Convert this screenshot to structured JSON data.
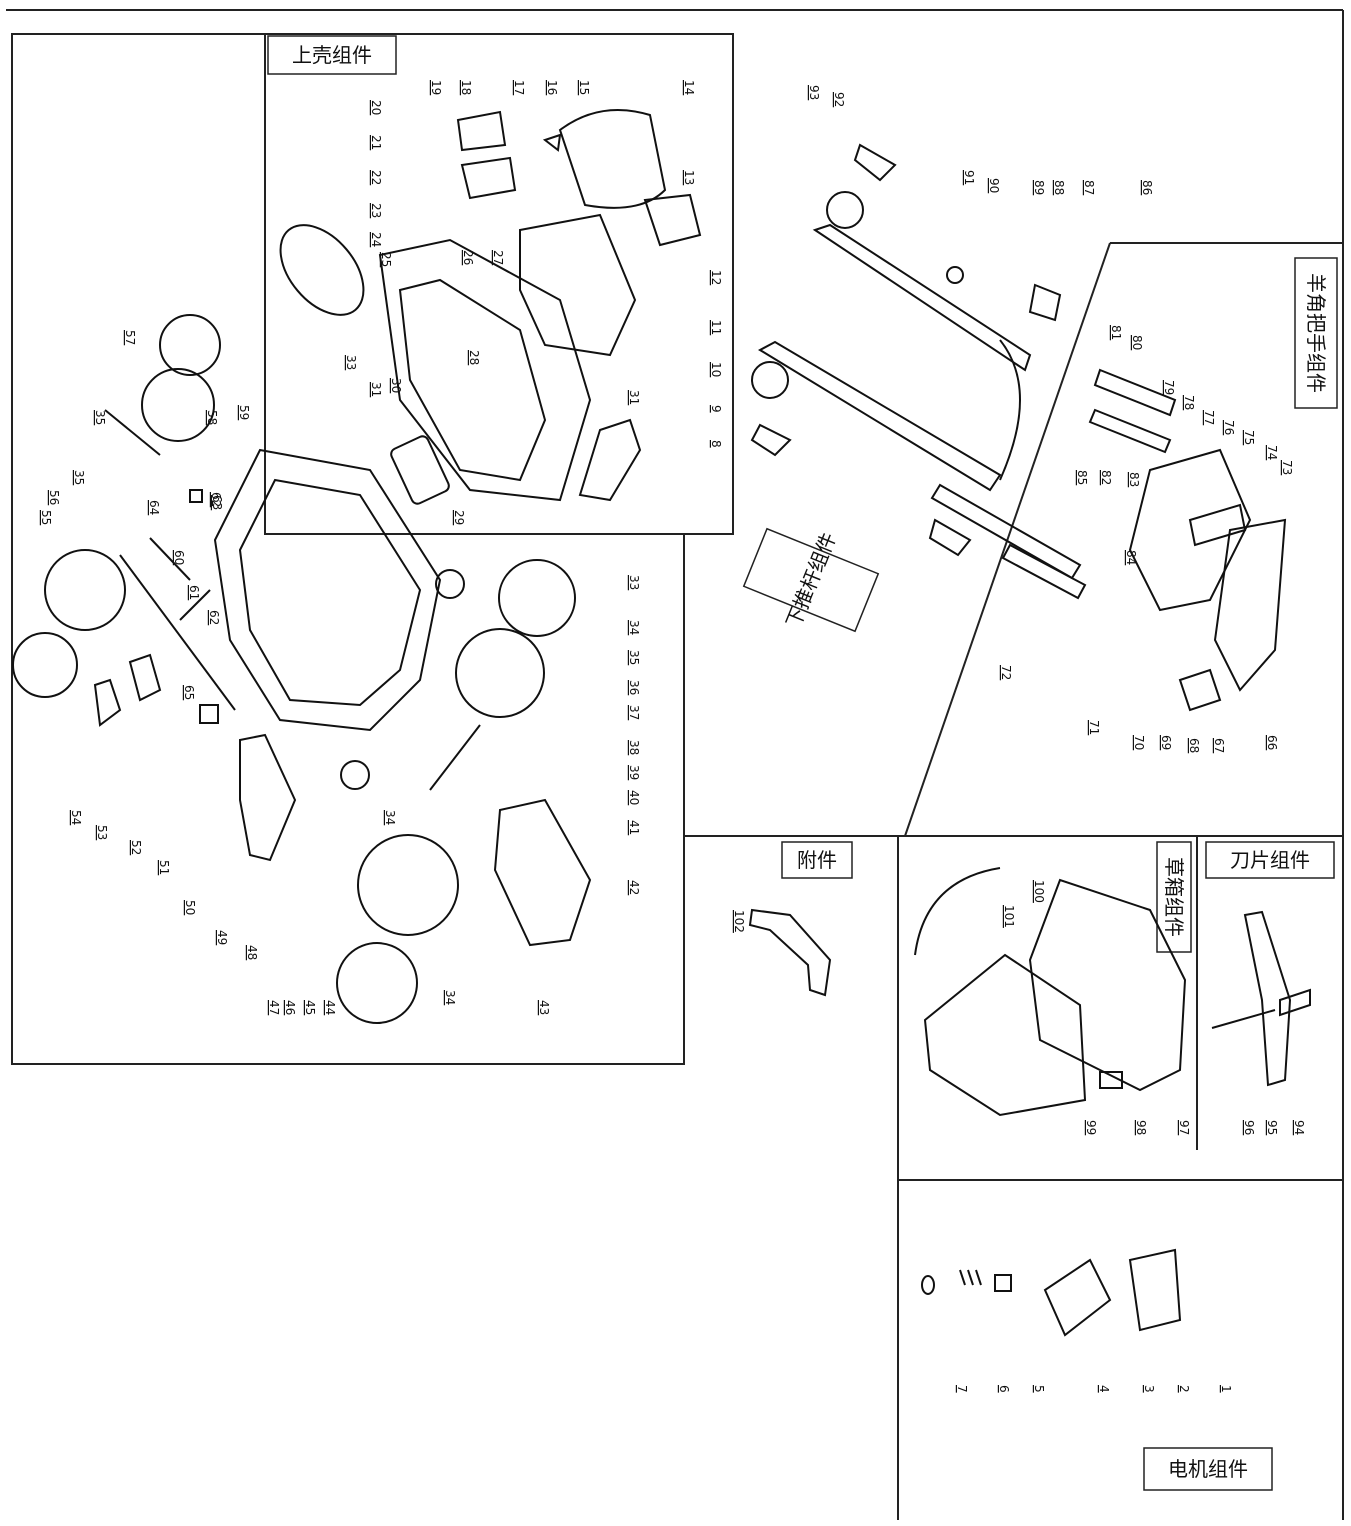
{
  "sections": {
    "upper_shell": "上壳组件",
    "lower_push_rod": "下推杆组件",
    "horn_handle": "羊角把手组件",
    "accessory": "附件",
    "grass_box": "草箱组件",
    "blade": "刀片组件",
    "motor": "电机组件"
  },
  "callouts": {
    "upper": [
      "13",
      "14",
      "15",
      "16",
      "17",
      "18",
      "19",
      "20",
      "21",
      "22",
      "23",
      "24",
      "25",
      "26",
      "27",
      "28",
      "29",
      "30",
      "31",
      "31",
      "33",
      "12",
      "11",
      "10",
      "9",
      "8"
    ],
    "body": [
      "33",
      "34",
      "35",
      "36",
      "37",
      "38",
      "39",
      "40",
      "41",
      "42",
      "43",
      "44",
      "45",
      "46",
      "47",
      "48",
      "49",
      "50",
      "51",
      "52",
      "53",
      "54",
      "55",
      "56",
      "57",
      "58",
      "59",
      "60",
      "61",
      "62",
      "63",
      "64",
      "65",
      "34",
      "34",
      "35",
      "35",
      "62"
    ],
    "push": [
      "92",
      "93",
      "91",
      "90",
      "89",
      "88",
      "87",
      "86",
      "72"
    ],
    "horn": [
      "81",
      "80",
      "79",
      "78",
      "77",
      "76",
      "75",
      "74",
      "73",
      "85",
      "82",
      "83",
      "84",
      "71",
      "70",
      "69",
      "68",
      "67",
      "66"
    ],
    "accessory": [
      "102"
    ],
    "grass": [
      "101",
      "100",
      "99",
      "98",
      "97"
    ],
    "blade": [
      "96",
      "95",
      "94"
    ],
    "motor": [
      "7",
      "6",
      "5",
      "4",
      "3",
      "2",
      "1"
    ]
  },
  "colors": {
    "line": "#111111",
    "background": "#ffffff"
  }
}
